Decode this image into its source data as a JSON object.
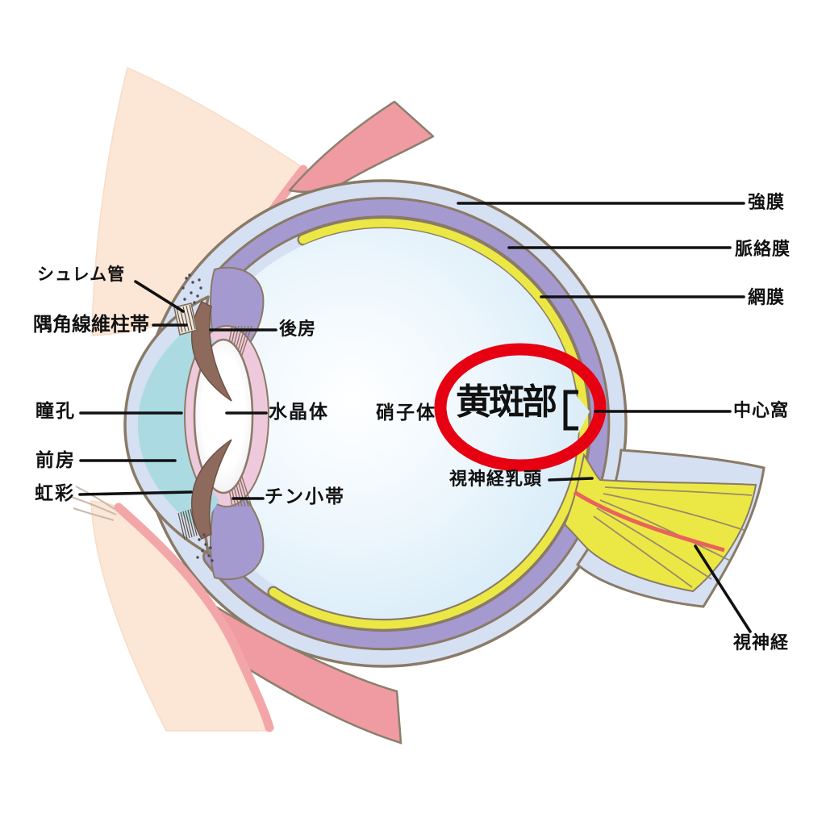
{
  "labels": {
    "schlemm_canal": "シュレム管",
    "trabecular_meshwork": "隅角線維柱帯",
    "pupil": "瞳孔",
    "anterior_chamber": "前房",
    "iris": "虹彩",
    "posterior_chamber": "後房",
    "crystalline_lens": "水晶体",
    "zinn_zonule": "チン小帯",
    "vitreous_body": "硝子体",
    "macula": "黄斑部",
    "optic_disc": "視神経乳頭",
    "sclera": "強膜",
    "choroid": "脈絡膜",
    "retina": "網膜",
    "fovea": "中心窩",
    "optic_nerve": "視神経"
  },
  "highlight": {
    "target": "macula",
    "shape": "ellipse",
    "color": "#e60012"
  },
  "colors": {
    "label_text": "#111111",
    "leader_line": "#111111",
    "sclera_layer": "#d5e0f2",
    "choroid_layer": "#a49ad0",
    "retina_layer": "#ebe845",
    "outline_brown": "#8a7a66",
    "vitreous_light": "#e9f5fc",
    "anterior_chamber_cyan": "#abdae2",
    "iris_brown": "#8e6a5c",
    "lens_white": "#ffffff",
    "capsule_pink": "#eec9db",
    "muscle_pink": "#f09ba1",
    "eyelid_skin": "#fce6d6",
    "eyelid_rim_pink": "#f3a6a8",
    "artery_red": "#e8635a"
  }
}
